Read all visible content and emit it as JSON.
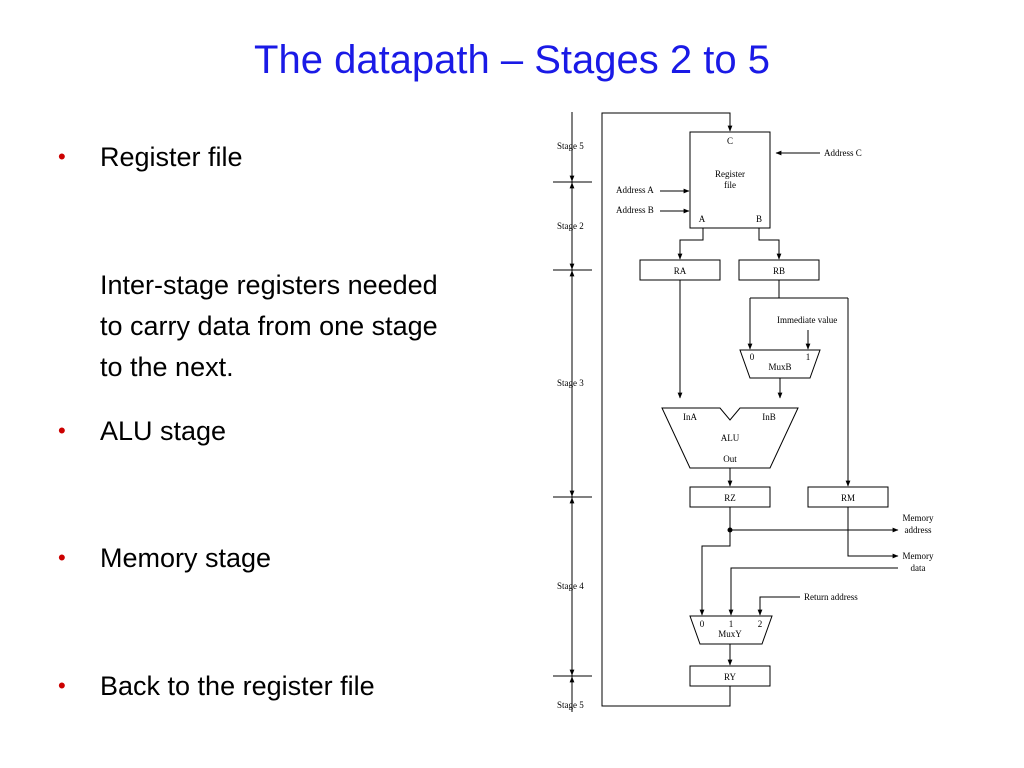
{
  "slide": {
    "title": "The datapath – Stages 2 to 5",
    "colors": {
      "title": "#1a1ae6",
      "bullet": "#cc0000"
    },
    "bullets": [
      {
        "text": "Register file"
      },
      {
        "text": "ALU stage"
      },
      {
        "text": "Memory stage"
      },
      {
        "text": "Back to the register file"
      }
    ],
    "paragraph": [
      "Inter-stage registers needed",
      "to carry data from one stage",
      "to the next."
    ]
  },
  "diagram": {
    "stage_labels": [
      "Stage 5",
      "Stage 2",
      "Stage 3",
      "Stage 4",
      "Stage 5"
    ],
    "register_file": {
      "title_line1": "Register",
      "title_line2": "file",
      "port_c": "C",
      "port_a": "A",
      "port_b": "B"
    },
    "inputs": {
      "address_a": "Address A",
      "address_b": "Address B",
      "address_c": "Address C",
      "immediate": "Immediate value",
      "return_address": "Return address"
    },
    "registers": {
      "ra": "RA",
      "rb": "RB",
      "rz": "RZ",
      "rm": "RM",
      "ry": "RY"
    },
    "muxb": {
      "label": "MuxB",
      "in0": "0",
      "in1": "1"
    },
    "alu": {
      "label": "ALU",
      "in_a": "InA",
      "in_b": "InB",
      "out": "Out"
    },
    "muxy": {
      "label": "MuxY",
      "in0": "0",
      "in1": "1",
      "in2": "2"
    },
    "outputs": {
      "mem_addr_line1": "Memory",
      "mem_addr_line2": "address",
      "mem_data_line1": "Memory",
      "mem_data_line2": "data"
    }
  }
}
